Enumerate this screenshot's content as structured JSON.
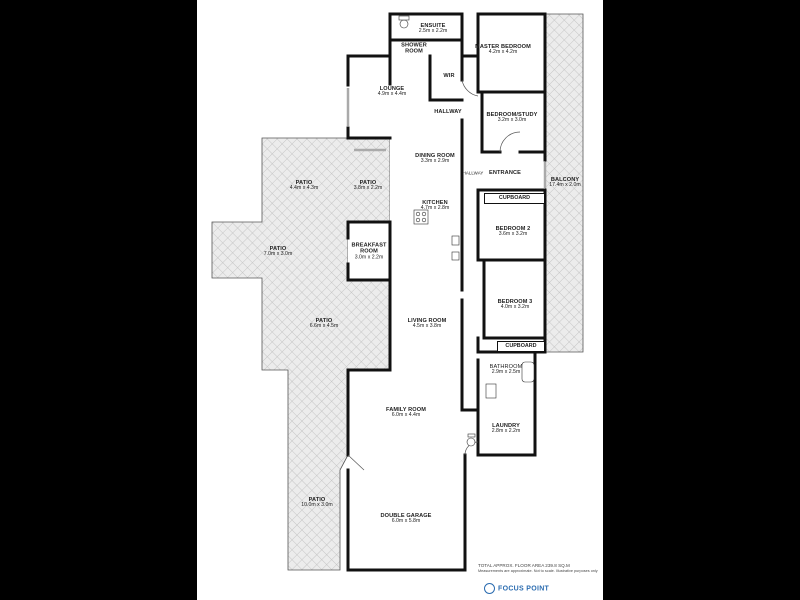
{
  "rooms": [
    {
      "name": "ENSUITE",
      "dims": "2.5m x 2.2m"
    },
    {
      "name": "SHOWER",
      "dims": "ROOM"
    },
    {
      "name": "MASTER BEDROOM",
      "dims": "4.2m x 4.2m"
    },
    {
      "name": "WIR",
      "dims": ""
    },
    {
      "name": "LOUNGE",
      "dims": "4.9m x 4.4m"
    },
    {
      "name": "HALLWAY",
      "dims": ""
    },
    {
      "name": "BEDROOM/STUDY",
      "dims": "3.2m x 3.0m"
    },
    {
      "name": "DINING ROOM",
      "dims": "3.3m x 2.9m"
    },
    {
      "name": "HALLWAY",
      "dims": ""
    },
    {
      "name": "ENTRANCE",
      "dims": ""
    },
    {
      "name": "PATIO",
      "dims": "4.4m x 4.3m"
    },
    {
      "name": "PATIO",
      "dims": "3.8m x 2.2m"
    },
    {
      "name": "BALCONY",
      "dims": "17.4m x 2.0m"
    },
    {
      "name": "KITCHEN",
      "dims": "4.7m x 2.8m"
    },
    {
      "name": "BEDROOM 2",
      "dims": "3.6m x 3.2m"
    },
    {
      "name": "PATIO",
      "dims": "7.0m x 3.0m"
    },
    {
      "name": "BREAKFAST",
      "dims": "ROOM"
    },
    {
      "name": "3.0m x 2.2m",
      "dims": ""
    },
    {
      "name": "BEDROOM 3",
      "dims": "4.0m x 3.2m"
    },
    {
      "name": "PATIO",
      "dims": "6.6m x 4.5m"
    },
    {
      "name": "LIVING ROOM",
      "dims": "4.5m x 3.8m"
    },
    {
      "name": "BATHROOM",
      "dims": "2.9m x 2.5m"
    },
    {
      "name": "FAMILY ROOM",
      "dims": "6.0m x 4.4m"
    },
    {
      "name": "LAUNDRY",
      "dims": "2.8m x 2.2m"
    },
    {
      "name": "PATIO",
      "dims": "10.0m x 3.0m"
    },
    {
      "name": "DOUBLE GARAGE",
      "dims": "6.0m x 5.8m"
    }
  ],
  "cupboards": [
    "CUPBOARD",
    "CUPBOARD"
  ],
  "footer": {
    "area": "TOTAL APPROX. FLOOR AREA 239.8 SQ.M",
    "disclaimer": "Measurements are approximate. Not to scale. Illustrative purposes only"
  },
  "brand": "FOCUS POINT"
}
